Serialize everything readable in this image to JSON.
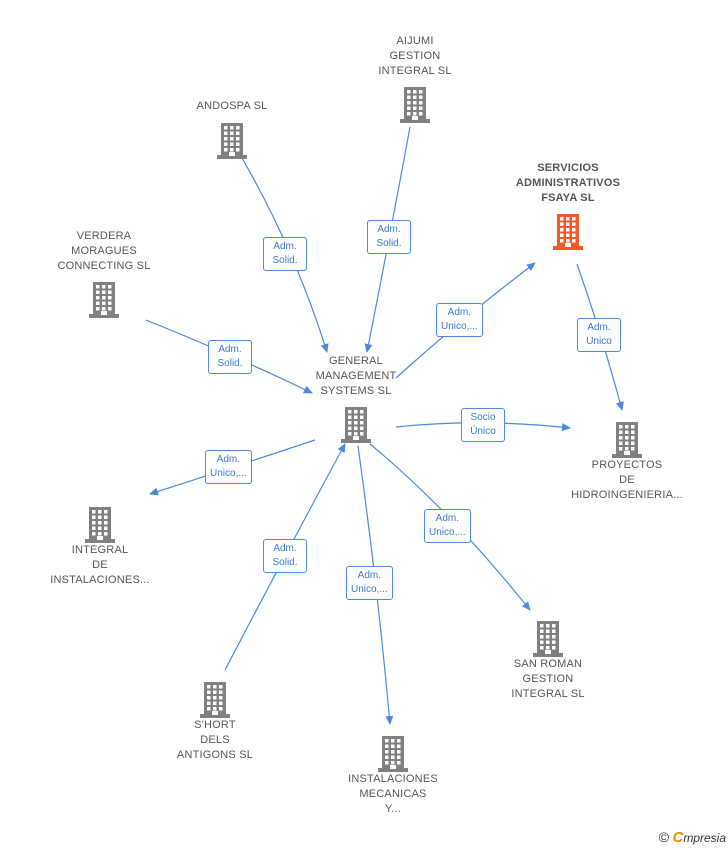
{
  "colors": {
    "edge": "#4a89dc",
    "node": "#808080",
    "focus": "#f05a28"
  },
  "nodes": [
    {
      "id": "gms",
      "label": "GENERAL\nMANAGEMENT\nSYSTEMS  SL",
      "focus": false
    },
    {
      "id": "aijumi",
      "label": "AIJUMI\nGESTION\nINTEGRAL  SL",
      "focus": false
    },
    {
      "id": "andospa",
      "label": "ANDOSPA  SL",
      "focus": false
    },
    {
      "id": "servicios",
      "label": "SERVICIOS\nADMINISTRATIVOS\nFSAYA  SL",
      "focus": true
    },
    {
      "id": "verdera",
      "label": "VERDERA\nMORAGUES\nCONNECTING SL",
      "focus": false
    },
    {
      "id": "proyectos",
      "label": "PROYECTOS\nDE\nHIDROINGENIERIA...",
      "focus": false
    },
    {
      "id": "integral",
      "label": "INTEGRAL\nDE\nINSTALACIONES...",
      "focus": false
    },
    {
      "id": "sanroman",
      "label": "SAN ROMAN\nGESTION\nINTEGRAL SL",
      "focus": false
    },
    {
      "id": "short",
      "label": "S'HORT\nDELS\nANTIGONS  SL",
      "focus": false
    },
    {
      "id": "instalaciones",
      "label": "INSTALACIONES\nMECANICAS\nY...",
      "focus": false
    }
  ],
  "edges": [
    {
      "from": "andospa",
      "to": "gms",
      "label": "Adm.\nSolid."
    },
    {
      "from": "aijumi",
      "to": "gms",
      "label": "Adm.\nSolid."
    },
    {
      "from": "verdera",
      "to": "gms",
      "label": "Adm.\nSolid."
    },
    {
      "from": "gms",
      "to": "servicios",
      "label": "Adm.\nUnico,..."
    },
    {
      "from": "servicios",
      "to": "proyectos",
      "label": "Adm.\nUnico"
    },
    {
      "from": "gms",
      "to": "proyectos",
      "label": "Socio\nÚnico"
    },
    {
      "from": "gms",
      "to": "integral",
      "label": "Adm.\nUnico,..."
    },
    {
      "from": "short",
      "to": "gms",
      "label": "Adm.\nSolid."
    },
    {
      "from": "gms",
      "to": "instalaciones",
      "label": "Adm.\nUnico,..."
    },
    {
      "from": "gms",
      "to": "sanroman",
      "label": "Adm.\nUnico,..."
    }
  ],
  "footer": {
    "copyright": "©",
    "brand_first": "C",
    "brand_rest": "mpresia"
  }
}
